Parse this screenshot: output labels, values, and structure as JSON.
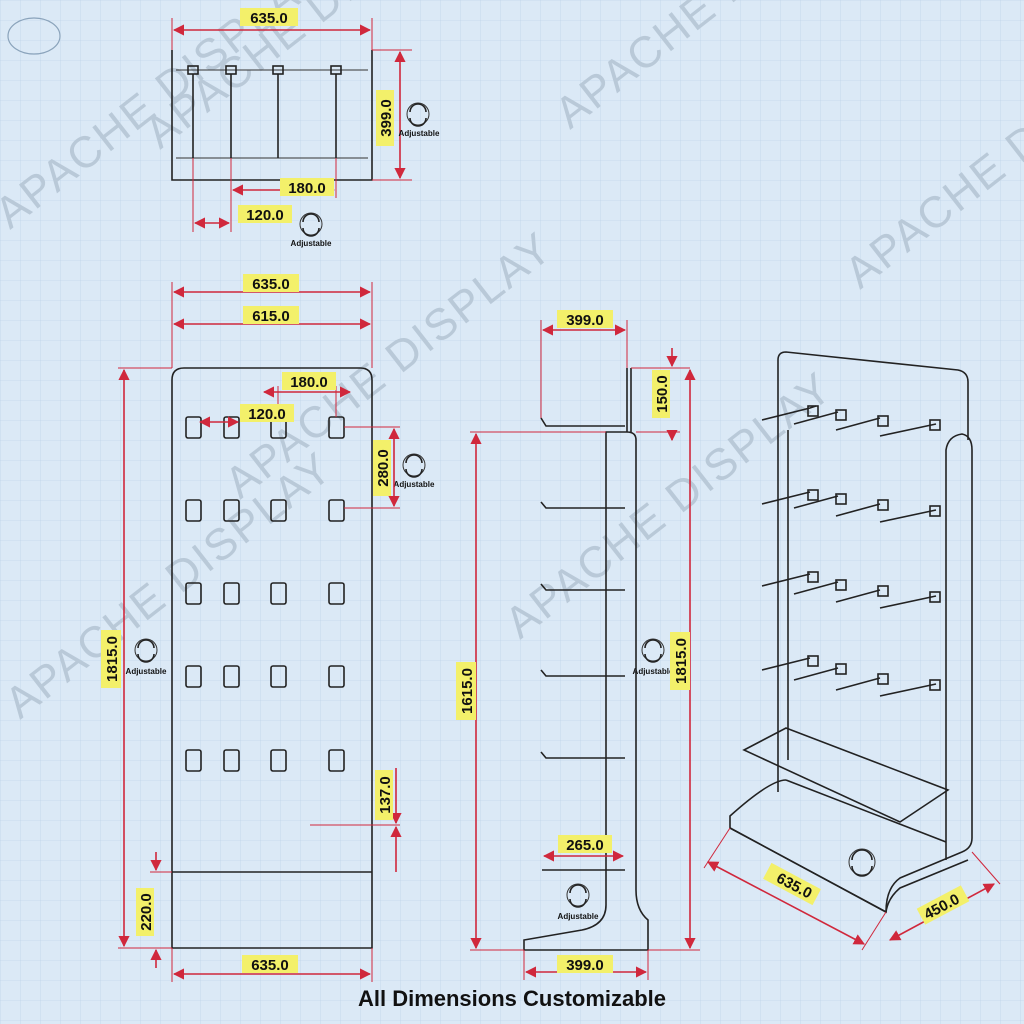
{
  "watermark": "APACHE DISPLAY",
  "footer": "All Dimensions Customizable",
  "adjustable_label": "Adjustable",
  "top_view": {
    "width": "635.0",
    "depth": "399.0",
    "hook_spacing": "180.0",
    "hook_offset": "120.0"
  },
  "front_view": {
    "overall_width": "635.0",
    "panel_width": "615.0",
    "hook_spacing": "180.0",
    "hook_offset": "120.0",
    "row_spacing": "280.0",
    "height": "1815.0",
    "bottom_gap": "137.0",
    "base_height": "220.0",
    "base_width": "635.0"
  },
  "side_view": {
    "depth": "399.0",
    "top_offset": "150.0",
    "panel_height": "1615.0",
    "height": "1815.0",
    "shelf_depth": "265.0",
    "base_depth": "399.0"
  },
  "iso_view": {
    "width": "635.0",
    "depth": "450.0"
  },
  "colors": {
    "background": "#dbe9f6",
    "grid": "#b7cfe6",
    "dimension": "#d0283c",
    "label_bg": "#f3f06a",
    "line": "#222222"
  }
}
